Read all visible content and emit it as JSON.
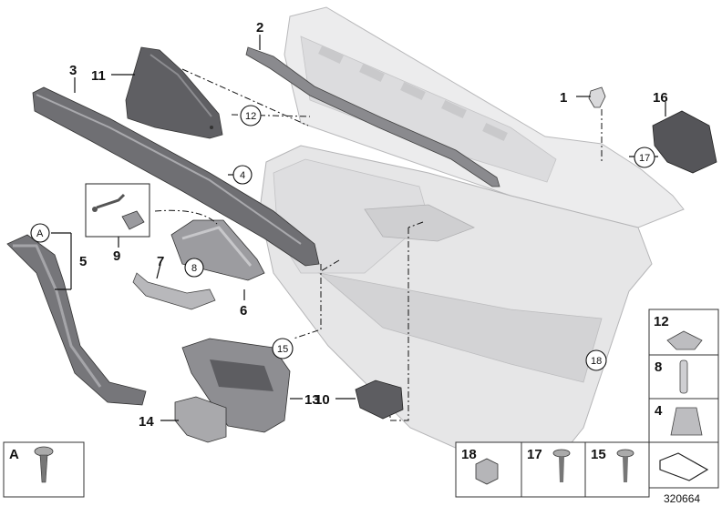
{
  "diagram_code": "320664",
  "callouts": {
    "c1": "1",
    "c2": "2",
    "c3": "3",
    "c4": "4",
    "c5": "5",
    "c6": "6",
    "c7": "7",
    "c8": "8",
    "c9": "9",
    "c10": "10",
    "c11": "11",
    "c12": "12",
    "c13": "13",
    "c14": "14",
    "c15": "15",
    "c16": "16",
    "c17": "17",
    "c18": "18",
    "cA": "A"
  },
  "legend": {
    "l12": "12",
    "l8": "8",
    "l4": "4",
    "l18": "18",
    "l17": "17",
    "l15": "15",
    "lA": "A"
  },
  "colors": {
    "panel_light": "#e9e9ea",
    "panel_mid": "#d7d7d9",
    "part_dark": "#6f6f73",
    "part_mid": "#9a9a9e",
    "box_border": "#333333"
  }
}
